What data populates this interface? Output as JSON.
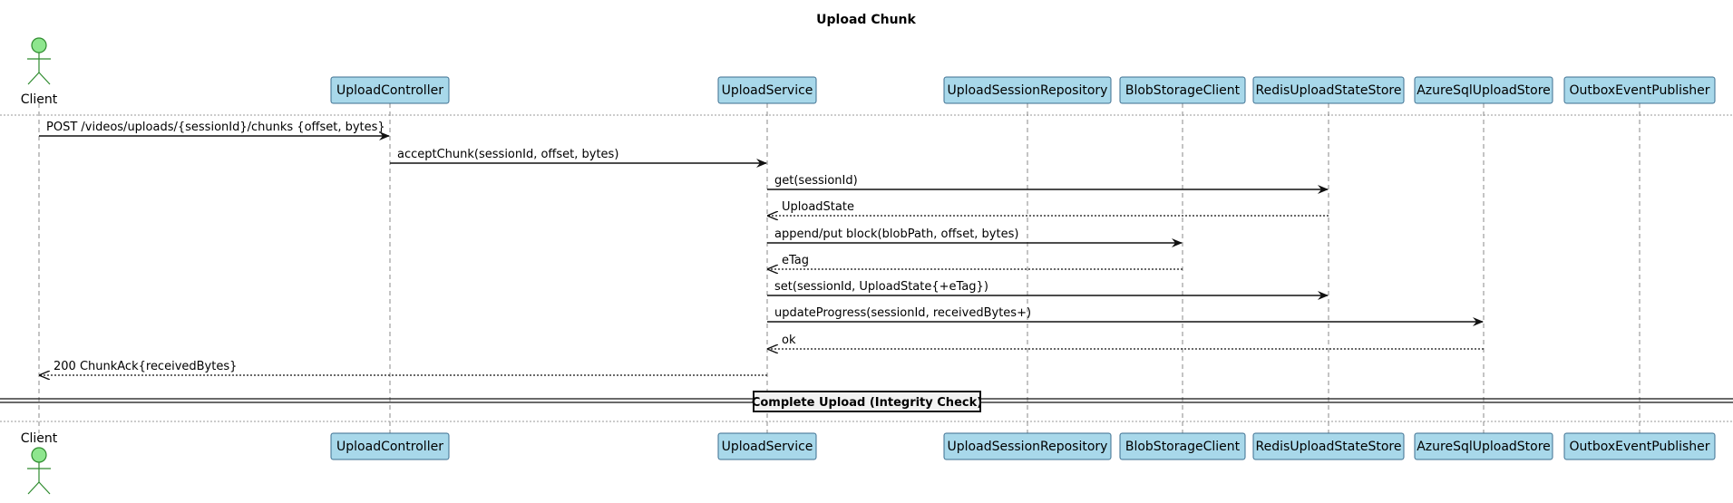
{
  "title": "Upload Chunk",
  "colors": {
    "participant_fill": "#a8d8ea",
    "participant_stroke": "#3c6e8f",
    "actor_fill": "#8ee68e",
    "actor_stroke": "#2e8b2e",
    "line": "#111111",
    "lifeline": "#888888"
  },
  "participants": [
    {
      "id": "client",
      "name": "Client",
      "kind": "actor"
    },
    {
      "id": "ctrl",
      "name": "UploadController",
      "kind": "participant"
    },
    {
      "id": "svc",
      "name": "UploadService",
      "kind": "participant"
    },
    {
      "id": "repo",
      "name": "UploadSessionRepository",
      "kind": "participant"
    },
    {
      "id": "blob",
      "name": "BlobStorageClient",
      "kind": "participant"
    },
    {
      "id": "redis",
      "name": "RedisUploadStateStore",
      "kind": "participant"
    },
    {
      "id": "sql",
      "name": "AzureSqlUploadStore",
      "kind": "participant"
    },
    {
      "id": "outbox",
      "name": "OutboxEventPublisher",
      "kind": "participant"
    }
  ],
  "messages": [
    {
      "from": "client",
      "to": "ctrl",
      "label": "POST /videos/uploads/{sessionId}/chunks {offset, bytes}",
      "style": "sync"
    },
    {
      "from": "ctrl",
      "to": "svc",
      "label": "acceptChunk(sessionId, offset, bytes)",
      "style": "sync"
    },
    {
      "from": "svc",
      "to": "redis",
      "label": "get(sessionId)",
      "style": "sync"
    },
    {
      "from": "redis",
      "to": "svc",
      "label": "UploadState",
      "style": "return"
    },
    {
      "from": "svc",
      "to": "blob",
      "label": "append/put block(blobPath, offset, bytes)",
      "style": "sync"
    },
    {
      "from": "blob",
      "to": "svc",
      "label": "eTag",
      "style": "return"
    },
    {
      "from": "svc",
      "to": "redis",
      "label": "set(sessionId, UploadState{+eTag})",
      "style": "sync"
    },
    {
      "from": "svc",
      "to": "sql",
      "label": "updateProgress(sessionId, receivedBytes+)",
      "style": "sync"
    },
    {
      "from": "sql",
      "to": "svc",
      "label": "ok",
      "style": "return"
    },
    {
      "from": "svc",
      "to": "client",
      "label": "200 ChunkAck{receivedBytes}",
      "style": "return"
    }
  ],
  "separator": {
    "label": "Complete Upload (Integrity Check)"
  }
}
